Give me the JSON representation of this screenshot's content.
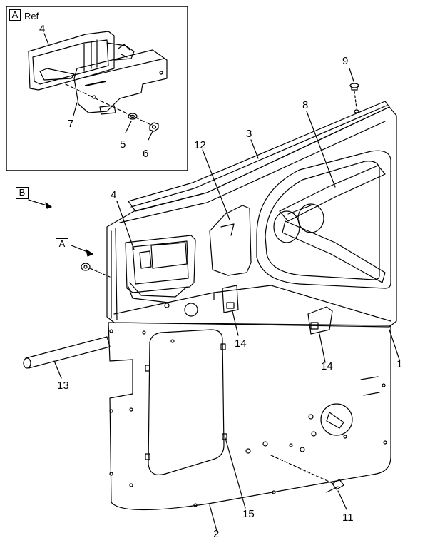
{
  "detail_box": {
    "letter": "A",
    "ref_label": "Ref"
  },
  "view_letters": {
    "view_b": "B",
    "view_a": "A"
  },
  "callouts": {
    "c1": "1",
    "c2": "2",
    "c3": "3",
    "c4_detail": "4",
    "c4_main": "4",
    "c5": "5",
    "c6": "6",
    "c7": "7",
    "c8": "8",
    "c9": "9",
    "c11": "11",
    "c12": "12",
    "c13": "13",
    "c14_left": "14",
    "c14_right": "14",
    "c15": "15"
  },
  "colors": {
    "line": "#000000",
    "background": "#ffffff"
  }
}
